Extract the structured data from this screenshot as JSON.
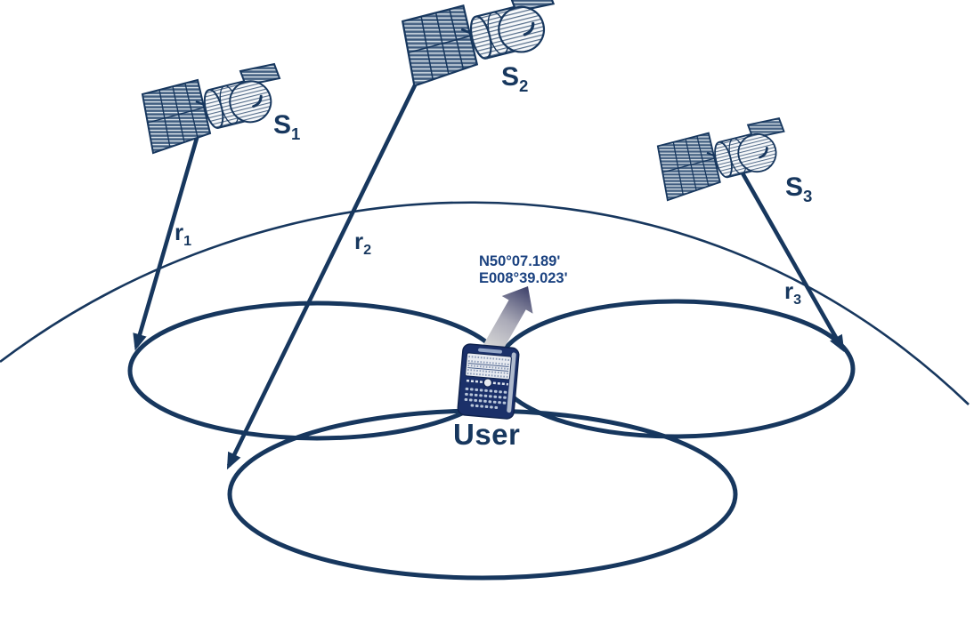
{
  "labels": {
    "satellites": [
      {
        "base": "S",
        "sub": "1"
      },
      {
        "base": "S",
        "sub": "2"
      },
      {
        "base": "S",
        "sub": "3"
      }
    ],
    "ranges": [
      {
        "base": "r",
        "sub": "1"
      },
      {
        "base": "r",
        "sub": "2"
      },
      {
        "base": "r",
        "sub": "3"
      }
    ]
  },
  "user": {
    "label": "User",
    "coordinates": [
      "N50°07.189'",
      "E008°39.023'"
    ]
  },
  "icons": {
    "satellite": "satellite-icon",
    "smartphone": "smartphone-icon",
    "location_arrow": "location-pointer-arrow-icon",
    "earth_horizon": "earth-horizon-arc",
    "range_circle": "range-circle",
    "range_vector_arrowhead": "arrowhead-icon"
  },
  "colors": {
    "line_navy": "#17375e",
    "label_navy": "#17375e",
    "coords_blue": "#1b4280",
    "arrow_gradient_start": "#d7d7d7",
    "arrow_gradient_end": "#3c3f69",
    "background": "#ffffff"
  }
}
